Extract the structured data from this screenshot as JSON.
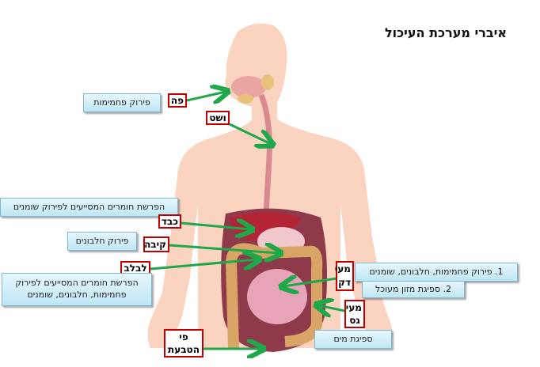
{
  "title": "איברי מערכת העיכול",
  "colors": {
    "skin": "#fad4c0",
    "arrow": "#1fa84a",
    "label_border": "#c00000",
    "desc_top": "#e6f7fd",
    "desc_bottom": "#bfe6f5"
  },
  "organs": [
    {
      "id": "mouth",
      "label": "פה",
      "function": "פירוק פחמימות"
    },
    {
      "id": "esophagus",
      "label": "ושט",
      "function": ""
    },
    {
      "id": "liver",
      "label": "כבד",
      "function": "הפרשת חומרים המסייעים לפירוק שומנים"
    },
    {
      "id": "stomach",
      "label": "קיבה",
      "function": "פירוק חלבונים"
    },
    {
      "id": "pancreas",
      "label": "לבלב",
      "function": "הפרשת חומרים המסייעים לפירוק פחמימות, חלבונים, שומנים"
    },
    {
      "id": "small_intestine",
      "label": "מעי דק",
      "functions": [
        "1. פירוק פחמימות, חלבונים, שומנים",
        "2. ספיגת מזון מעוכל"
      ]
    },
    {
      "id": "large_intestine",
      "label": "מעי גס",
      "function": "ספיגת מים"
    },
    {
      "id": "anus",
      "label": "פי הטבעת",
      "function": ""
    }
  ]
}
